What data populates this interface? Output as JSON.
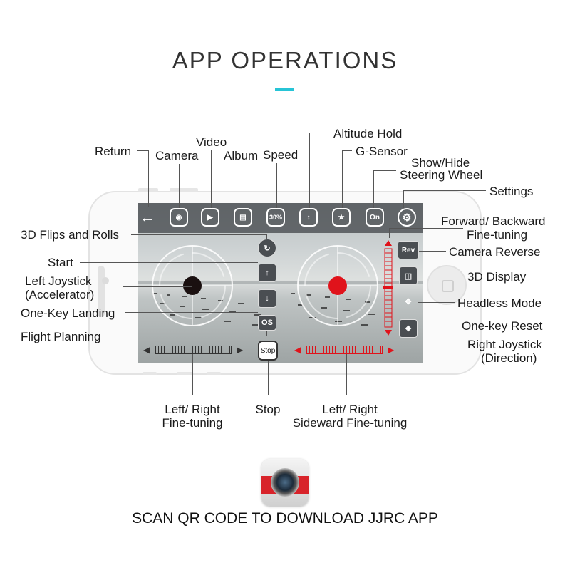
{
  "title": "APP OPERATIONS",
  "footer": "SCAN QR CODE TO DOWNLOAD JJRC APP",
  "accent_color": "#27c4d6",
  "labels": {
    "return": "Return",
    "camera": "Camera",
    "video": "Video",
    "album": "Album",
    "speed": "Speed",
    "altitude_hold": "Altitude Hold",
    "g_sensor": "G-Sensor",
    "show_hide_1": "Show/Hide",
    "show_hide_2": "Steering Wheel",
    "settings": "Settings",
    "flips": "3D Flips and Rolls",
    "start": "Start",
    "left_joystick_1": "Left Joystick",
    "left_joystick_2": "(Accelerator)",
    "landing": "One-Key Landing",
    "flight_planning": "Flight Planning",
    "fb_1": "Forward/ Backward",
    "fb_2": "Fine-tuning",
    "camera_reverse": "Camera Reverse",
    "display_3d": "3D Display",
    "headless": "Headless Mode",
    "reset": "One-key Reset",
    "right_joystick_1": "Right Joystick",
    "right_joystick_2": "(Direction)",
    "lr_1": "Left/ Right",
    "lr_2": "Fine-tuning",
    "stop": "Stop",
    "side_1": "Left/ Right",
    "side_2": "Sideward Fine-tuning"
  },
  "screen": {
    "speed_icon_text": "30%",
    "gsensor_icon_text": "On",
    "rev_text": "Rev",
    "stop_text": "Stop",
    "flightplan_text": "OS"
  },
  "icons": {
    "back": "left-arrow-icon",
    "camera": "camera-icon",
    "video": "video-camera-icon",
    "album": "folder-icon",
    "altitude": "altitude-hold-icon",
    "gsensor": "g-sensor-icon",
    "wheel": "steering-wheel-toggle-icon",
    "settings": "gear-icon"
  },
  "colors": {
    "topbar": "#464a4e",
    "left_stick": "#1a1010",
    "right_stick": "#e0131b",
    "trim_red": "#e0131b",
    "trim_dark": "#333333"
  }
}
